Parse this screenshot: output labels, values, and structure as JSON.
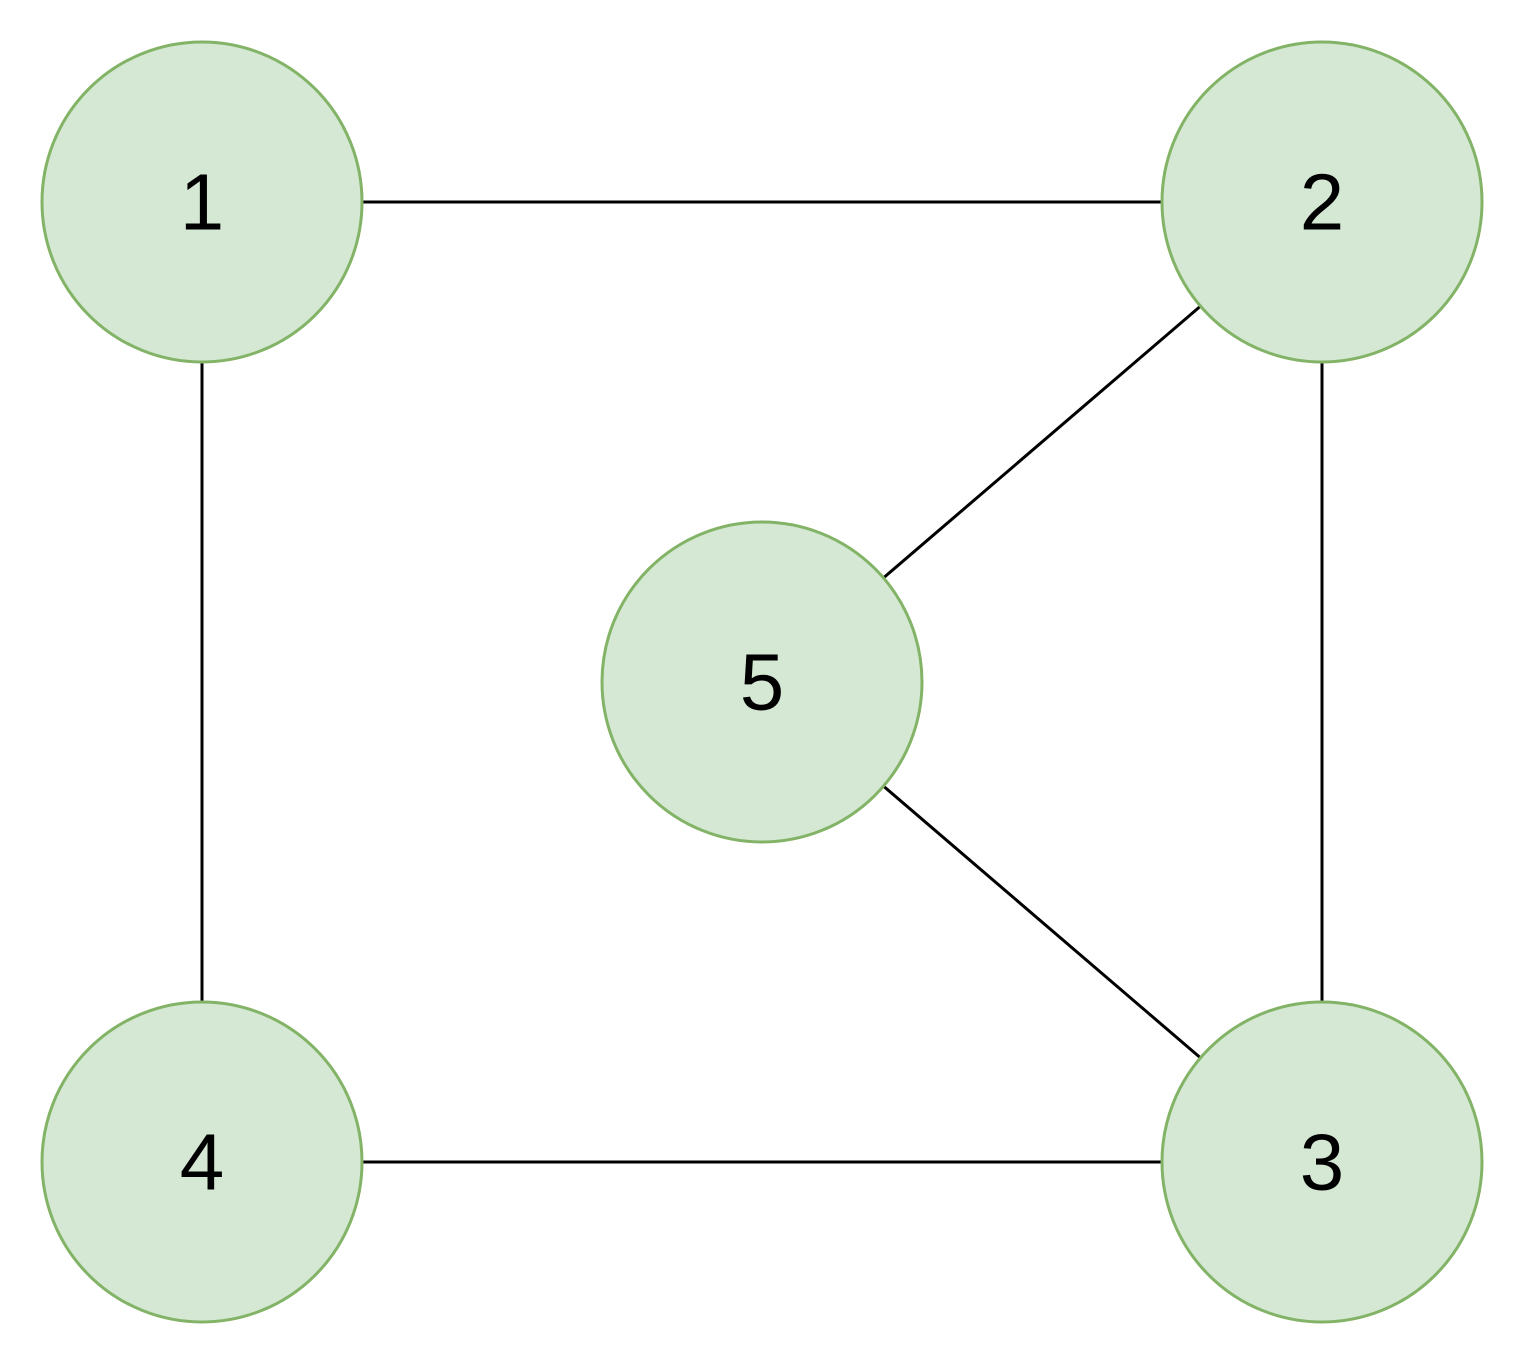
{
  "graph": {
    "nodes": [
      {
        "id": "1",
        "label": "1"
      },
      {
        "id": "2",
        "label": "2"
      },
      {
        "id": "3",
        "label": "3"
      },
      {
        "id": "4",
        "label": "4"
      },
      {
        "id": "5",
        "label": "5"
      }
    ],
    "edges": [
      {
        "from": "1",
        "to": "2"
      },
      {
        "from": "1",
        "to": "4"
      },
      {
        "from": "2",
        "to": "3"
      },
      {
        "from": "2",
        "to": "5"
      },
      {
        "from": "3",
        "to": "5"
      },
      {
        "from": "4",
        "to": "3"
      }
    ]
  },
  "colors": {
    "node_fill": "#d5e8d4",
    "node_stroke": "#82b366",
    "edge": "#000000",
    "label": "#000000",
    "background": "#ffffff"
  }
}
